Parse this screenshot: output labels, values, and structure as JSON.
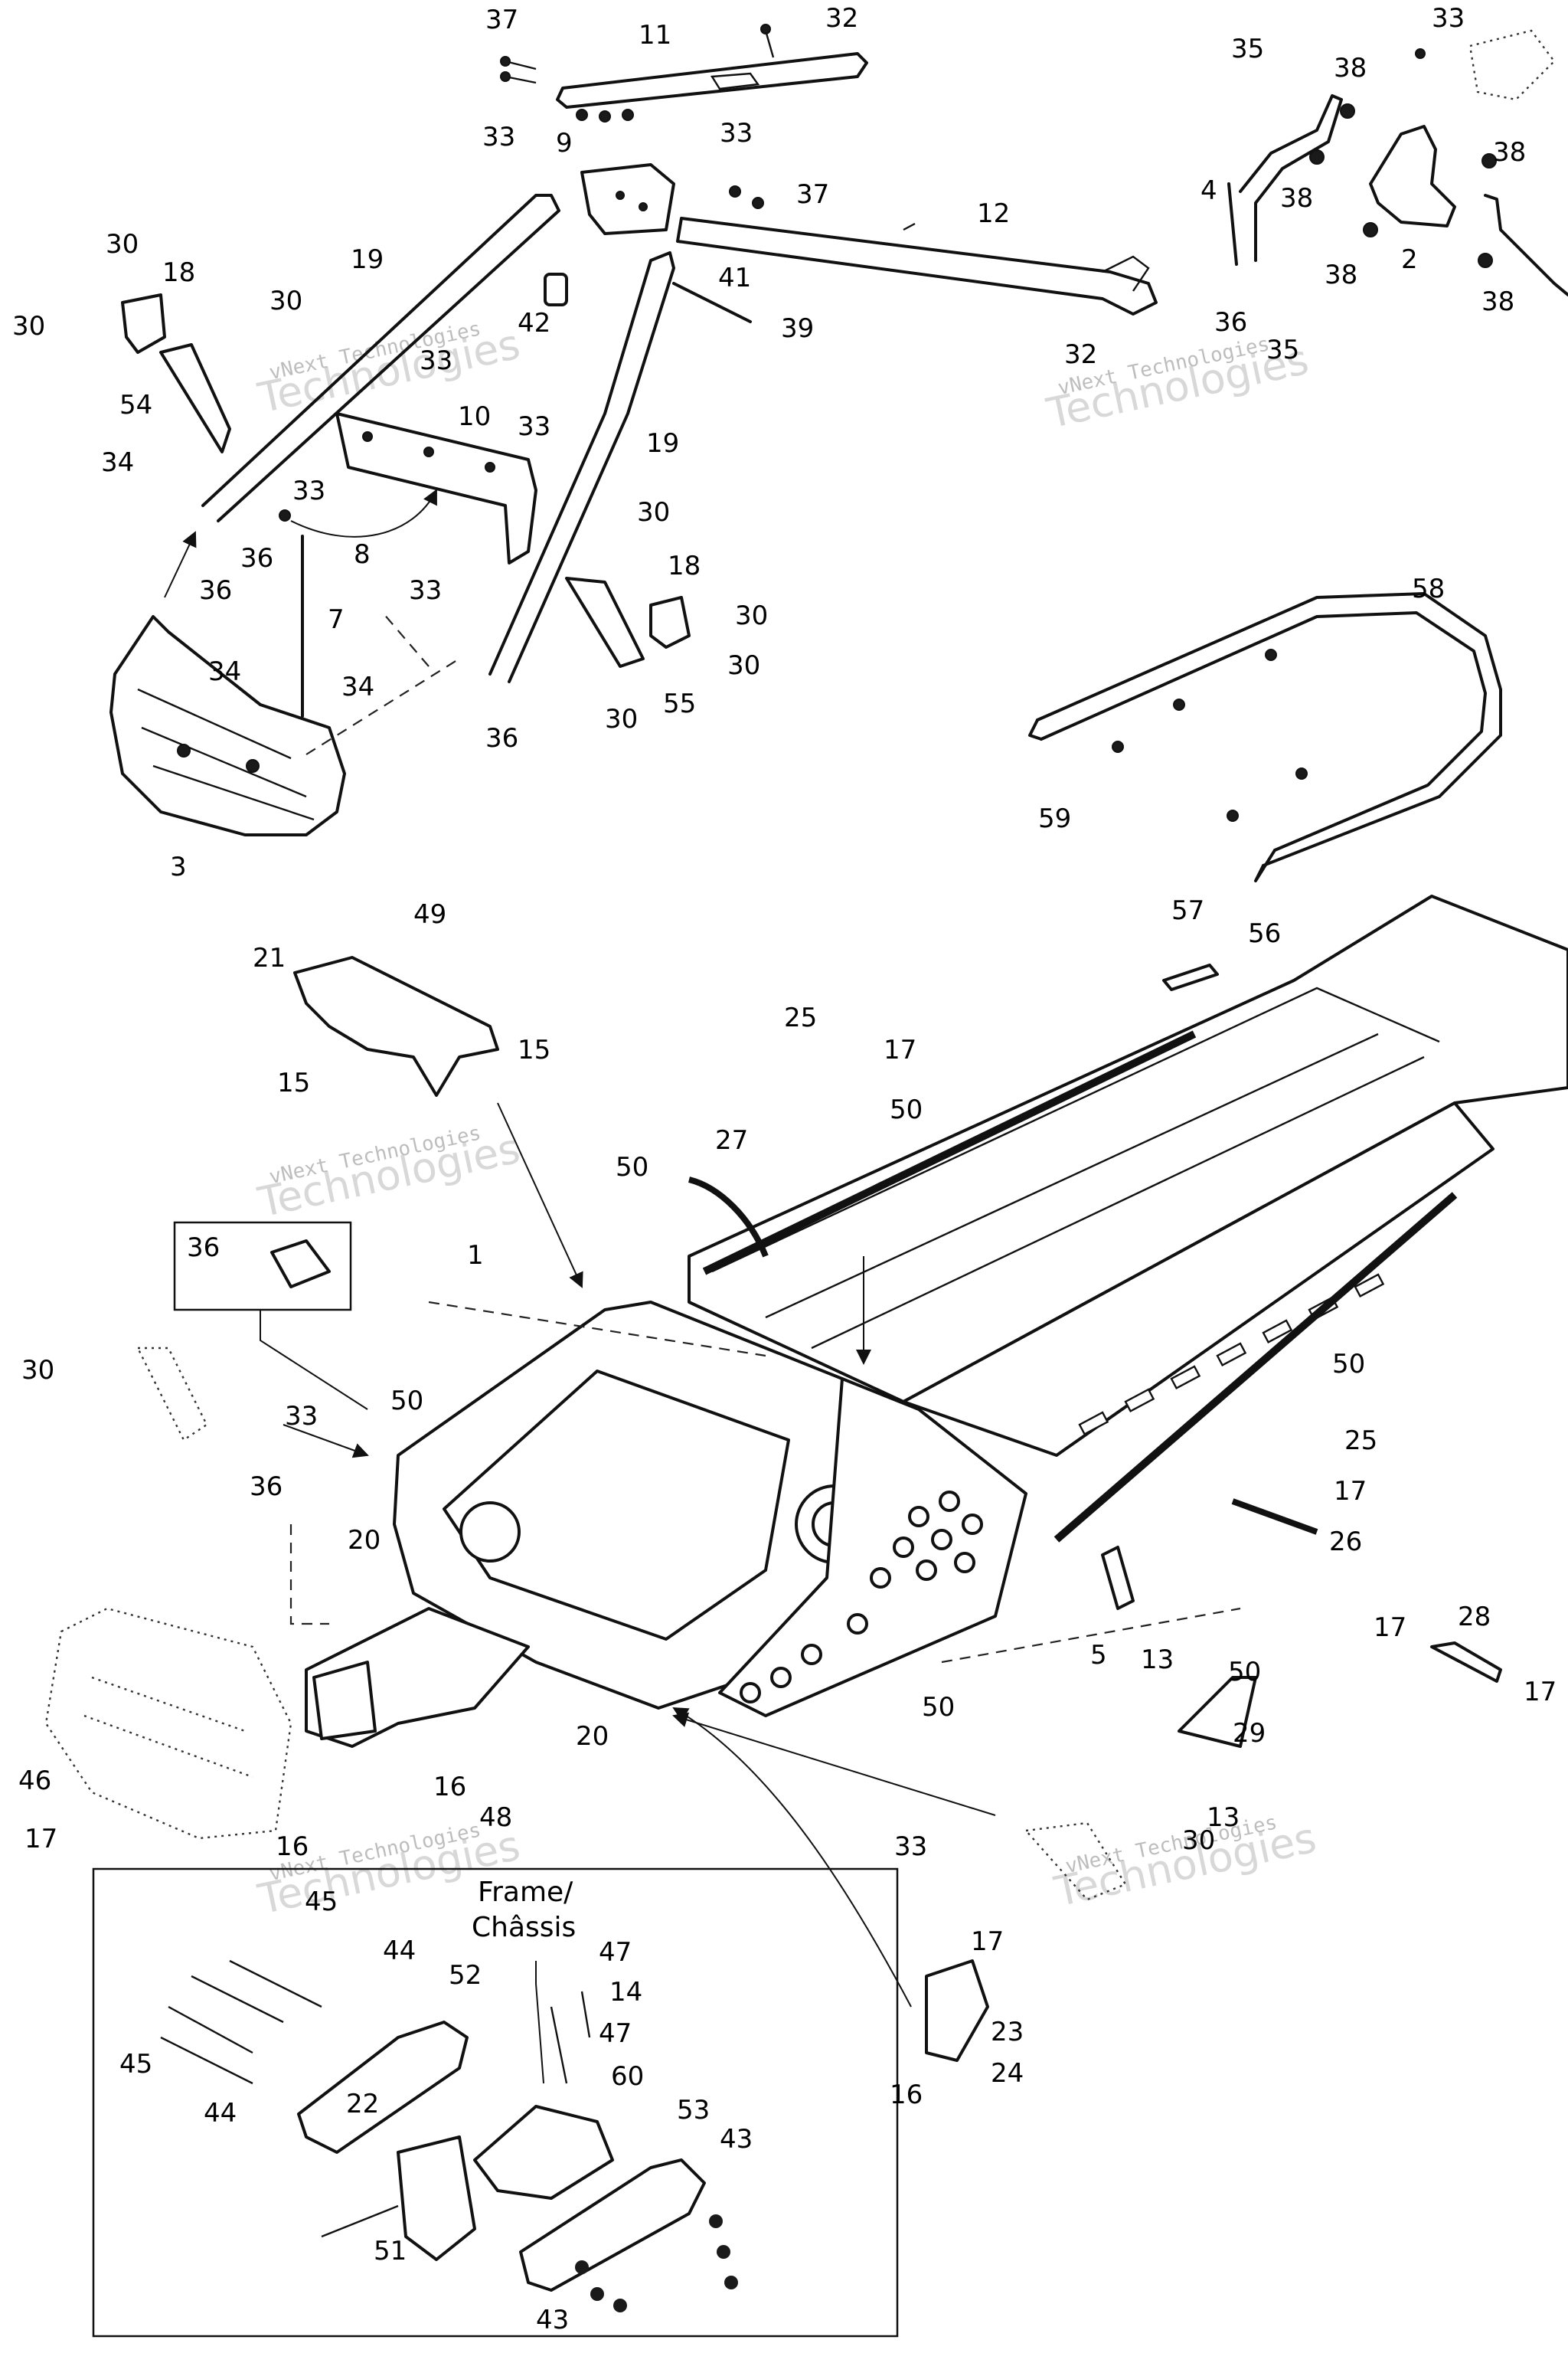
{
  "callouts": [
    {
      "id": "c1",
      "text": "37"
    },
    {
      "id": "c2",
      "text": "11"
    },
    {
      "id": "c3",
      "text": "32"
    },
    {
      "id": "c4",
      "text": "33"
    },
    {
      "id": "c5",
      "text": "9"
    },
    {
      "id": "c6",
      "text": "33"
    },
    {
      "id": "c7",
      "text": "37"
    },
    {
      "id": "c8",
      "text": "12"
    },
    {
      "id": "c9",
      "text": "30"
    },
    {
      "id": "c10",
      "text": "18"
    },
    {
      "id": "c11",
      "text": "19"
    },
    {
      "id": "c12",
      "text": "30"
    },
    {
      "id": "c13",
      "text": "30"
    },
    {
      "id": "c14",
      "text": "42"
    },
    {
      "id": "c15",
      "text": "41"
    },
    {
      "id": "c16",
      "text": "39"
    },
    {
      "id": "c17",
      "text": "32"
    },
    {
      "id": "c18",
      "text": "33"
    },
    {
      "id": "c19",
      "text": "54"
    },
    {
      "id": "c20",
      "text": "10"
    },
    {
      "id": "c21",
      "text": "33"
    },
    {
      "id": "c22",
      "text": "19"
    },
    {
      "id": "c23",
      "text": "34"
    },
    {
      "id": "c24",
      "text": "33"
    },
    {
      "id": "c25",
      "text": "30"
    },
    {
      "id": "c26",
      "text": "36"
    },
    {
      "id": "c27",
      "text": "8"
    },
    {
      "id": "c28",
      "text": "33"
    },
    {
      "id": "c29",
      "text": "36"
    },
    {
      "id": "c30",
      "text": "18"
    },
    {
      "id": "c31",
      "text": "7"
    },
    {
      "id": "c32",
      "text": "30"
    },
    {
      "id": "c33",
      "text": "34"
    },
    {
      "id": "c34",
      "text": "34"
    },
    {
      "id": "c35",
      "text": "30"
    },
    {
      "id": "c36",
      "text": "55"
    },
    {
      "id": "c37",
      "text": "30"
    },
    {
      "id": "c38",
      "text": "36"
    },
    {
      "id": "c39",
      "text": "3"
    },
    {
      "id": "c40",
      "text": "33"
    },
    {
      "id": "c41",
      "text": "35"
    },
    {
      "id": "c42",
      "text": "38"
    },
    {
      "id": "c43",
      "text": "4"
    },
    {
      "id": "c44",
      "text": "38"
    },
    {
      "id": "c45",
      "text": "38"
    },
    {
      "id": "c46",
      "text": "2"
    },
    {
      "id": "c47",
      "text": "38"
    },
    {
      "id": "c48",
      "text": "38"
    },
    {
      "id": "c49",
      "text": "36"
    },
    {
      "id": "c50",
      "text": "35"
    },
    {
      "id": "c51",
      "text": "58"
    },
    {
      "id": "c52",
      "text": "59"
    },
    {
      "id": "c53",
      "text": "21"
    },
    {
      "id": "c54",
      "text": "49"
    },
    {
      "id": "c55",
      "text": "15"
    },
    {
      "id": "c56",
      "text": "15"
    },
    {
      "id": "c57",
      "text": "57"
    },
    {
      "id": "c58",
      "text": "56"
    },
    {
      "id": "c59",
      "text": "25"
    },
    {
      "id": "c60",
      "text": "17"
    },
    {
      "id": "c61",
      "text": "50"
    },
    {
      "id": "c62",
      "text": "50"
    },
    {
      "id": "c63",
      "text": "27"
    },
    {
      "id": "c64",
      "text": "36"
    },
    {
      "id": "c65",
      "text": "1"
    },
    {
      "id": "c66",
      "text": "30"
    },
    {
      "id": "c67",
      "text": "33"
    },
    {
      "id": "c68",
      "text": "50"
    },
    {
      "id": "c69",
      "text": "50"
    },
    {
      "id": "c70",
      "text": "25"
    },
    {
      "id": "c71",
      "text": "17"
    },
    {
      "id": "c72",
      "text": "36"
    },
    {
      "id": "c73",
      "text": "20"
    },
    {
      "id": "c74",
      "text": "26"
    },
    {
      "id": "c75",
      "text": "5"
    },
    {
      "id": "c76",
      "text": "13"
    },
    {
      "id": "c77",
      "text": "50"
    },
    {
      "id": "c78",
      "text": "17"
    },
    {
      "id": "c79",
      "text": "28"
    },
    {
      "id": "c80",
      "text": "17"
    },
    {
      "id": "c81",
      "text": "50"
    },
    {
      "id": "c82",
      "text": "29"
    },
    {
      "id": "c83",
      "text": "20"
    },
    {
      "id": "c84",
      "text": "46"
    },
    {
      "id": "c85",
      "text": "16"
    },
    {
      "id": "c86",
      "text": "48"
    },
    {
      "id": "c87",
      "text": "17"
    },
    {
      "id": "c88",
      "text": "16"
    },
    {
      "id": "c89",
      "text": "13"
    },
    {
      "id": "c90",
      "text": "33"
    },
    {
      "id": "c91",
      "text": "30"
    },
    {
      "id": "c92",
      "text": "45"
    },
    {
      "id": "c93",
      "text": "44"
    },
    {
      "id": "c94",
      "text": "52"
    },
    {
      "id": "c95",
      "text": "47"
    },
    {
      "id": "c96",
      "text": "14"
    },
    {
      "id": "c97",
      "text": "47"
    },
    {
      "id": "c98",
      "text": "45"
    },
    {
      "id": "c99",
      "text": "44"
    },
    {
      "id": "c100",
      "text": "22"
    },
    {
      "id": "c101",
      "text": "60"
    },
    {
      "id": "c102",
      "text": "53"
    },
    {
      "id": "c103",
      "text": "43"
    },
    {
      "id": "c104",
      "text": "51"
    },
    {
      "id": "c105",
      "text": "43"
    },
    {
      "id": "c106",
      "text": "17"
    },
    {
      "id": "c107",
      "text": "23"
    },
    {
      "id": "c108",
      "text": "24"
    },
    {
      "id": "c109",
      "text": "16"
    }
  ],
  "inset": {
    "title_line1": "Frame/",
    "title_line2": "Châssis"
  },
  "watermark": {
    "line1": "vNext Technologies",
    "line2": "Technologies"
  }
}
